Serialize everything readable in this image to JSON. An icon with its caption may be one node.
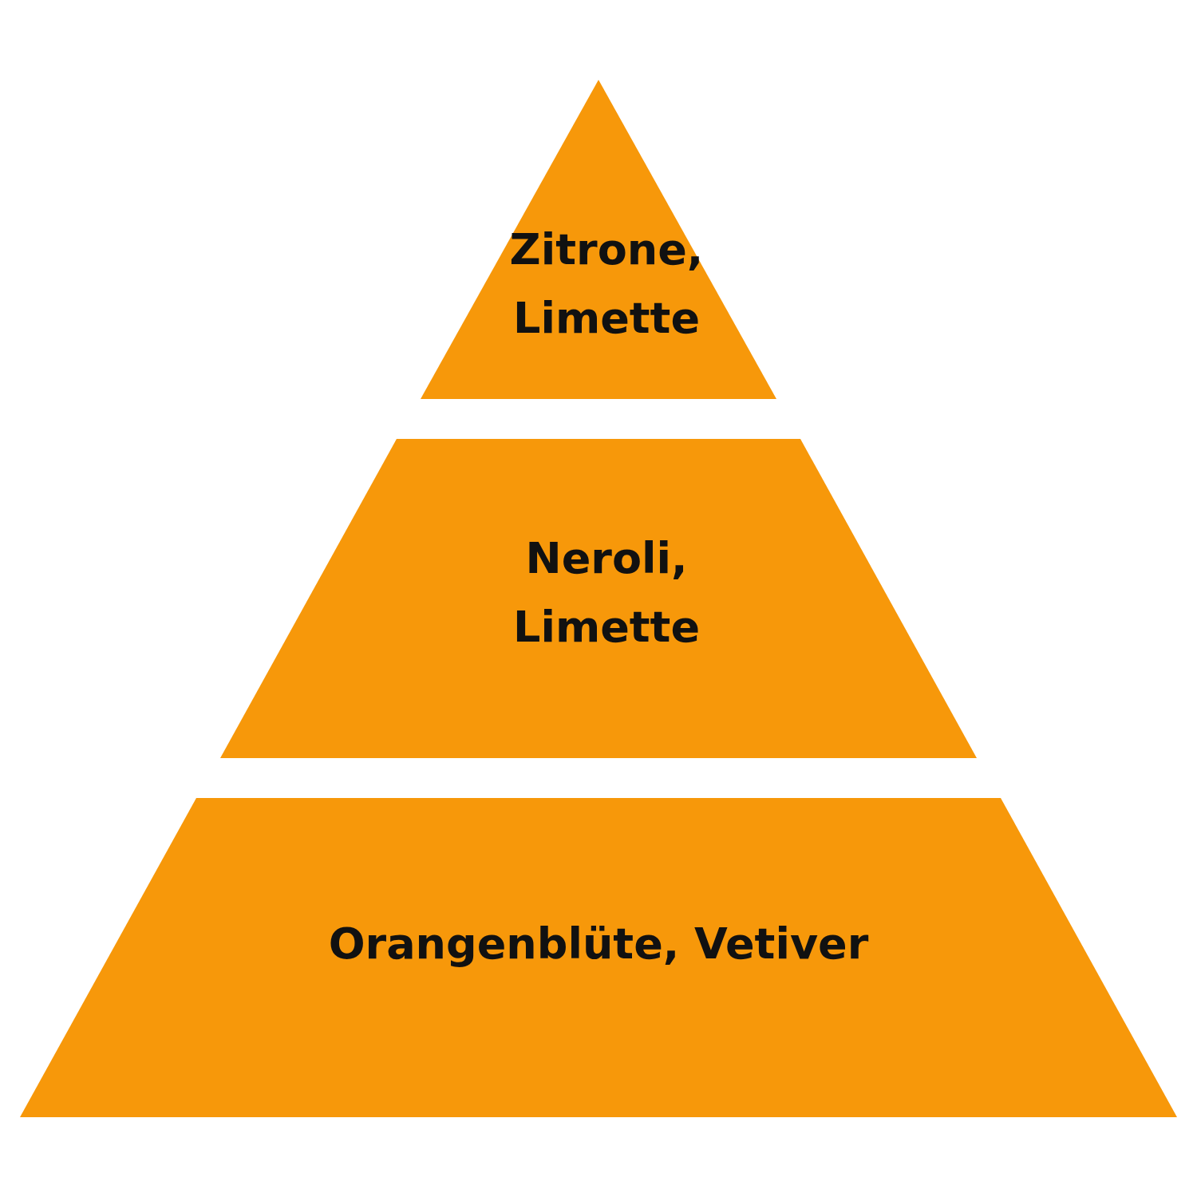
{
  "diagram": {
    "nodes": [
      {
        "text": [
          "Zitrone, Limette"
        ]
      },
      {
        "text": [
          "Neroli, Limette"
        ]
      },
      {
        "text": [
          "Orangenblüte, Vetiver"
        ]
      }
    ]
  }
}
